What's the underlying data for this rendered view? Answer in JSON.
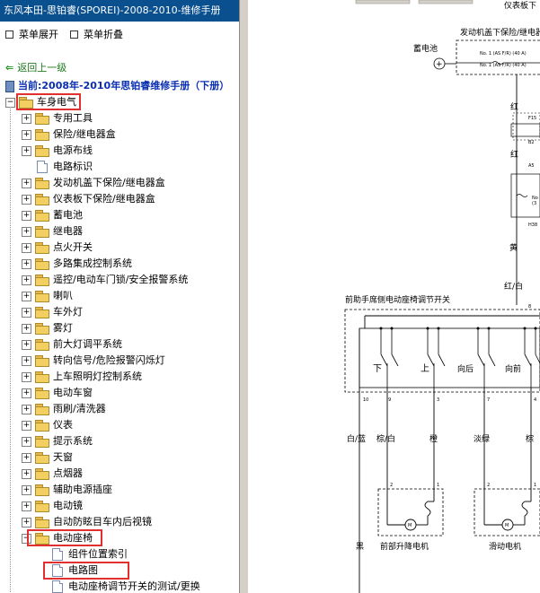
{
  "window": {
    "title": "东风本田-思铂睿(SPOREI)-2008-2010-维修手册"
  },
  "menu": {
    "expand_label": "菜单展开",
    "collapse_label": "菜单折叠"
  },
  "nav": {
    "back_label": "返回上一级",
    "current_label": "当前:2008年-2010年思铂睿维修手册（下册）"
  },
  "tree": {
    "root": "车身电气",
    "items": [
      {
        "label": "专用工具",
        "type": "folder"
      },
      {
        "label": "保险/继电器盒",
        "type": "folder"
      },
      {
        "label": "电源布线",
        "type": "folder"
      },
      {
        "label": "电路标识",
        "type": "doc"
      },
      {
        "label": "发动机盖下保险/继电器盒",
        "type": "folder"
      },
      {
        "label": "仪表板下保险/继电器盒",
        "type": "folder"
      },
      {
        "label": "蓄电池",
        "type": "folder"
      },
      {
        "label": "继电器",
        "type": "folder"
      },
      {
        "label": "点火开关",
        "type": "folder"
      },
      {
        "label": "多路集成控制系统",
        "type": "folder"
      },
      {
        "label": "遥控/电动车门锁/安全报警系统",
        "type": "folder"
      },
      {
        "label": "喇叭",
        "type": "folder"
      },
      {
        "label": "车外灯",
        "type": "folder"
      },
      {
        "label": "雾灯",
        "type": "folder"
      },
      {
        "label": "前大灯调平系统",
        "type": "folder"
      },
      {
        "label": "转向信号/危险报警闪烁灯",
        "type": "folder"
      },
      {
        "label": "上车照明灯控制系统",
        "type": "folder"
      },
      {
        "label": "电动车窗",
        "type": "folder"
      },
      {
        "label": "雨刷/清洗器",
        "type": "folder"
      },
      {
        "label": "仪表",
        "type": "folder"
      },
      {
        "label": "提示系统",
        "type": "folder"
      },
      {
        "label": "天窗",
        "type": "folder"
      },
      {
        "label": "点烟器",
        "type": "folder"
      },
      {
        "label": "辅助电源插座",
        "type": "folder"
      },
      {
        "label": "电动镜",
        "type": "folder"
      },
      {
        "label": "自动防眩目车内后视镜",
        "type": "folder"
      },
      {
        "label": "电动座椅",
        "type": "folder-open"
      }
    ],
    "sub_items": [
      {
        "label": "组件位置索引"
      },
      {
        "label": "电路图"
      },
      {
        "label": "电动座椅调节开关的测试/更换"
      }
    ]
  },
  "diagram": {
    "fusebox_title": "发动机盖下保险/继电器",
    "battery_label": "蓄电池",
    "fuse1": "No. 1 (AS F/R) (40 A)",
    "fuse2": "No. 1 (AS F/R) (40 A)",
    "fuse_right1": "No",
    "fuse_right2": "(3",
    "top_right_partial": "仪表板下",
    "wire_red1": "红",
    "wire_red2": "红",
    "conn_f15": "F15",
    "conn_b2": "B2",
    "conn_a5": "A5",
    "conn_h38": "H38",
    "wire_yellow": "黄",
    "wire_redwhite": "红/白",
    "switch_title": "前助手席侧电动座椅调节开关",
    "pin_8": "8",
    "sw_down": "下",
    "sw_up": "上",
    "sw_back": "向后",
    "sw_fwd": "向前",
    "pin_10": "10",
    "pin_9": "9",
    "pin_3": "3",
    "pin_7": "7",
    "pin_4": "4",
    "wire_whiteblue": "白/蓝",
    "wire_brownwhite": "棕/白",
    "wire_orange": "橙",
    "wire_lightgreen": "淡绿",
    "wire_brown": "棕",
    "motor_pin_2a": "2",
    "motor_pin_1a": "1",
    "motor_pin_2b": "2",
    "motor_pin_1b": "1",
    "motor_m1": "M",
    "motor_m2": "M",
    "wire_black": "黑",
    "motor1_label": "前部升降电机",
    "motor2_label": "滑动电机"
  }
}
